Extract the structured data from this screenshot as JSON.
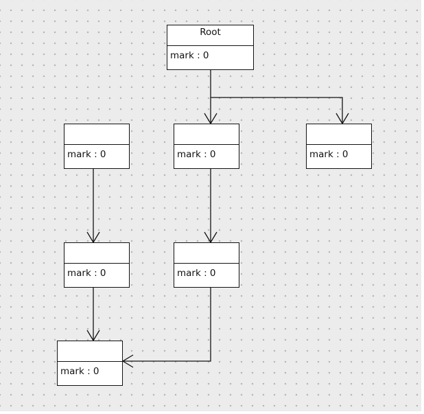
{
  "diagram": {
    "nodes": [
      {
        "id": "root",
        "name": "Root",
        "attribute": "mark : 0"
      },
      {
        "id": "a",
        "name": "",
        "attribute": "mark : 0"
      },
      {
        "id": "b",
        "name": "",
        "attribute": "mark : 0"
      },
      {
        "id": "c",
        "name": "",
        "attribute": "mark : 0"
      },
      {
        "id": "d",
        "name": "",
        "attribute": "mark : 0"
      },
      {
        "id": "e",
        "name": "",
        "attribute": "mark : 0"
      },
      {
        "id": "f",
        "name": "",
        "attribute": "mark : 0"
      }
    ],
    "edges": [
      {
        "from": "root",
        "to": "b"
      },
      {
        "from": "root",
        "to": "c"
      },
      {
        "from": "a",
        "to": "d"
      },
      {
        "from": "b",
        "to": "e"
      },
      {
        "from": "d",
        "to": "f"
      },
      {
        "from": "e",
        "to": "f"
      }
    ],
    "colors": {
      "canvas": "#ececec",
      "grid_dots": "#b6b6b6",
      "node_fill": "#ffffff",
      "stroke": "#111111"
    }
  }
}
